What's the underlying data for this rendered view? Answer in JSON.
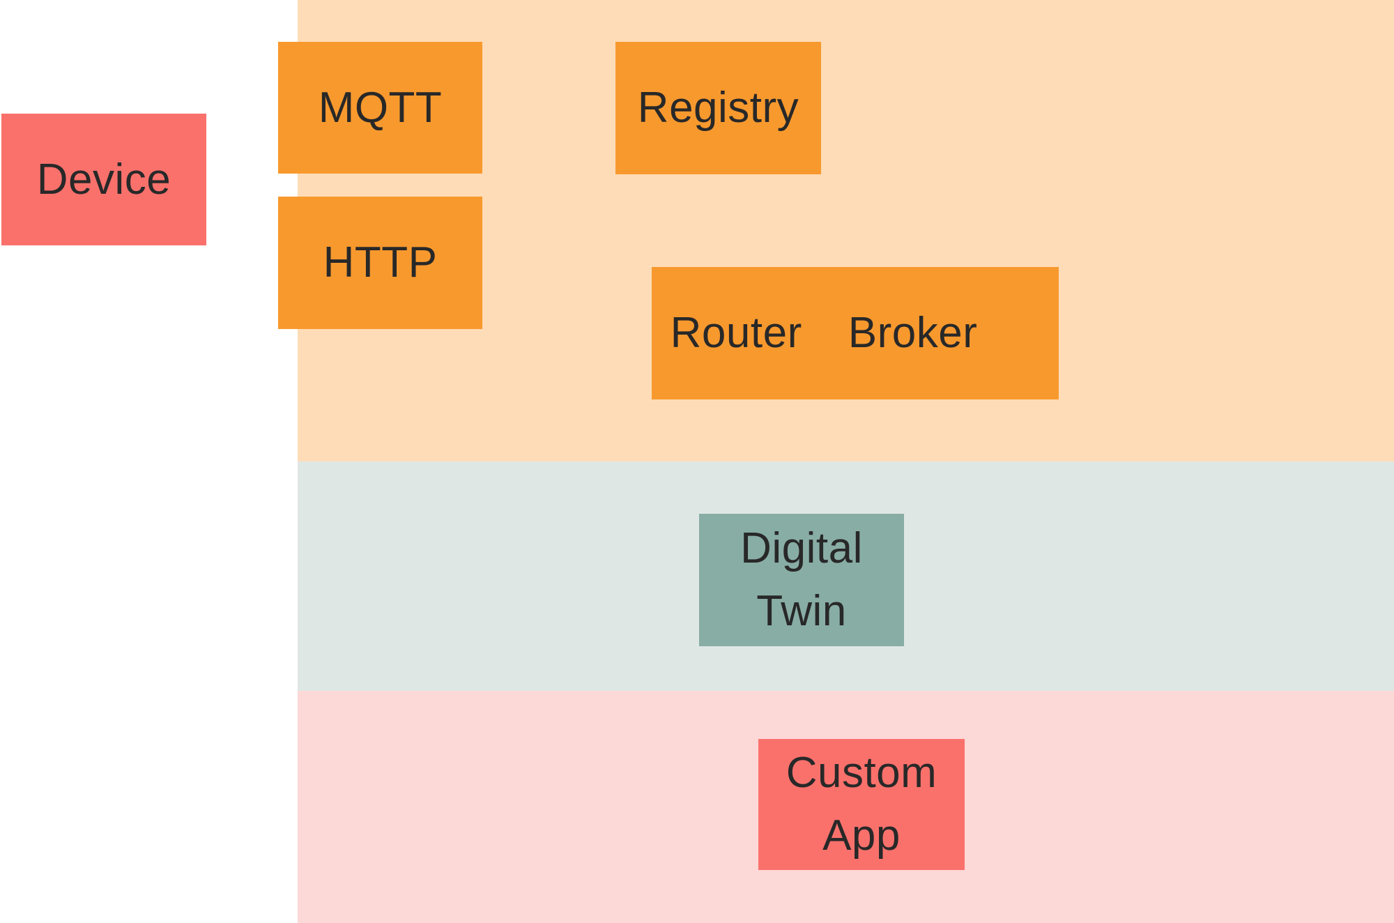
{
  "colors": {
    "coral": "#FA716C",
    "orange": "#F8992E",
    "teal": "#88ADA5",
    "panel_peach": "#FEDCB7",
    "panel_gray": "#DFE7E5",
    "panel_pink": "#FCD8D6",
    "text": "#282828",
    "background": "#FFFFFF"
  },
  "boxes": {
    "device": {
      "label": "Device"
    },
    "mqtt": {
      "label": "MQTT"
    },
    "http": {
      "label": "HTTP"
    },
    "registry": {
      "label": "Registry"
    },
    "router": {
      "label": "Router"
    },
    "broker": {
      "label": "Broker"
    },
    "digital_twin": {
      "label": "Digital Twin"
    },
    "custom_app": {
      "label": "Custom App"
    }
  }
}
